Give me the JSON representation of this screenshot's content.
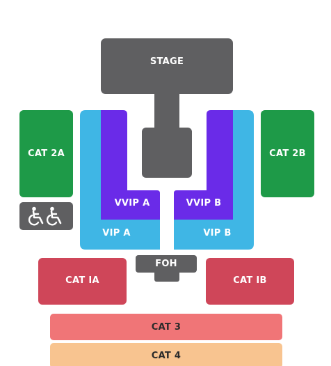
{
  "seating_map": {
    "stage": {
      "label": "STAGE",
      "color": "#5f5f61"
    },
    "runway": {
      "color": "#5f5f61"
    },
    "sections": {
      "cat_2a": {
        "label": "CAT 2A",
        "color": "#1e9a48"
      },
      "cat_2b": {
        "label": "CAT 2B",
        "color": "#1e9a48"
      },
      "wheelchair": {
        "icon": "wheelchair-icon",
        "color": "#5f5f61"
      },
      "vip_a": {
        "label": "VIP A",
        "color": "#3fb6e5"
      },
      "vip_b": {
        "label": "VIP B",
        "color": "#3fb6e5"
      },
      "vvip_a": {
        "label": "VVIP A",
        "color": "#6a2be8"
      },
      "vvip_b": {
        "label": "VVIP B",
        "color": "#6a2be8"
      },
      "foh": {
        "label": "FOH",
        "color": "#5f5f61"
      },
      "cat_1a": {
        "label": "CAT IA",
        "color": "#cf4659"
      },
      "cat_1b": {
        "label": "CAT IB",
        "color": "#cf4659"
      },
      "cat_3": {
        "label": "CAT 3",
        "color": "#f07577"
      },
      "cat_4": {
        "label": "CAT 4",
        "color": "#f8c490"
      }
    }
  }
}
